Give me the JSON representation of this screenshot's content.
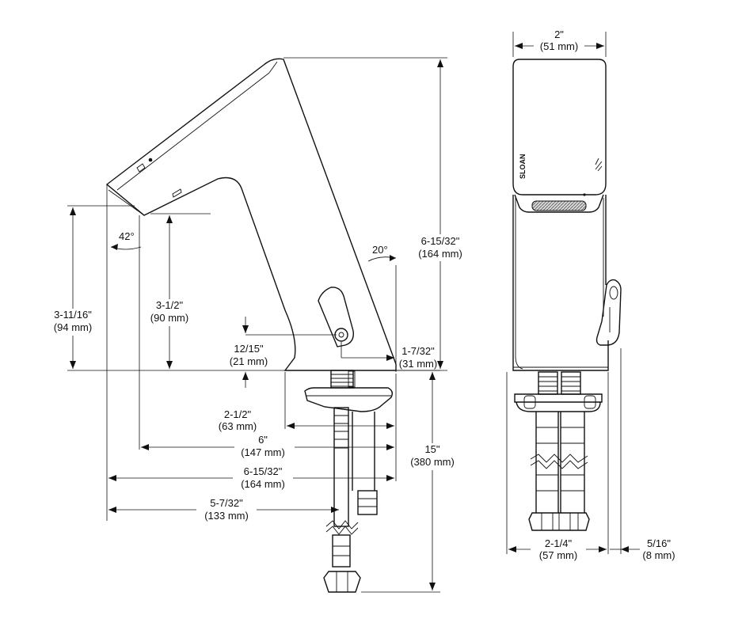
{
  "side_view": {
    "height_overall": {
      "in": "6-15/32\"",
      "mm": "(164 mm)"
    },
    "spout_angle": "20°",
    "sensor_angle": "42°",
    "spout_clearance": {
      "in": "3-11/16\"",
      "mm": "(94 mm)"
    },
    "aerator_height": {
      "in": "3-1/2\"",
      "mm": "(90 mm)"
    },
    "handle_height": {
      "in": "12/15\"",
      "mm": "(21 mm)"
    },
    "base_offset": {
      "in": "1-7/32\"",
      "mm": "(31 mm)"
    },
    "base_depth": {
      "in": "2-1/2\"",
      "mm": "(63 mm)"
    },
    "aerator_reach": {
      "in": "6\"",
      "mm": "(147 mm)"
    },
    "overall_depth": {
      "in": "6-15/32\"",
      "mm": "(164 mm)"
    },
    "supply_offset": {
      "in": "5-7/32\"",
      "mm": "(133 mm)"
    },
    "supply_length": {
      "in": "15\"",
      "mm": "(380 mm)"
    }
  },
  "front_view": {
    "width_top": {
      "in": "2\"",
      "mm": "(51 mm)"
    },
    "width_base": {
      "in": "2-1/4\"",
      "mm": "(57 mm)"
    },
    "handle_projection": {
      "in": "5/16\"",
      "mm": "(8 mm)"
    },
    "brand_mark": "SLOAN"
  },
  "colors": {
    "line": "#111111",
    "background": "#ffffff",
    "sensor_window": "#666666"
  }
}
